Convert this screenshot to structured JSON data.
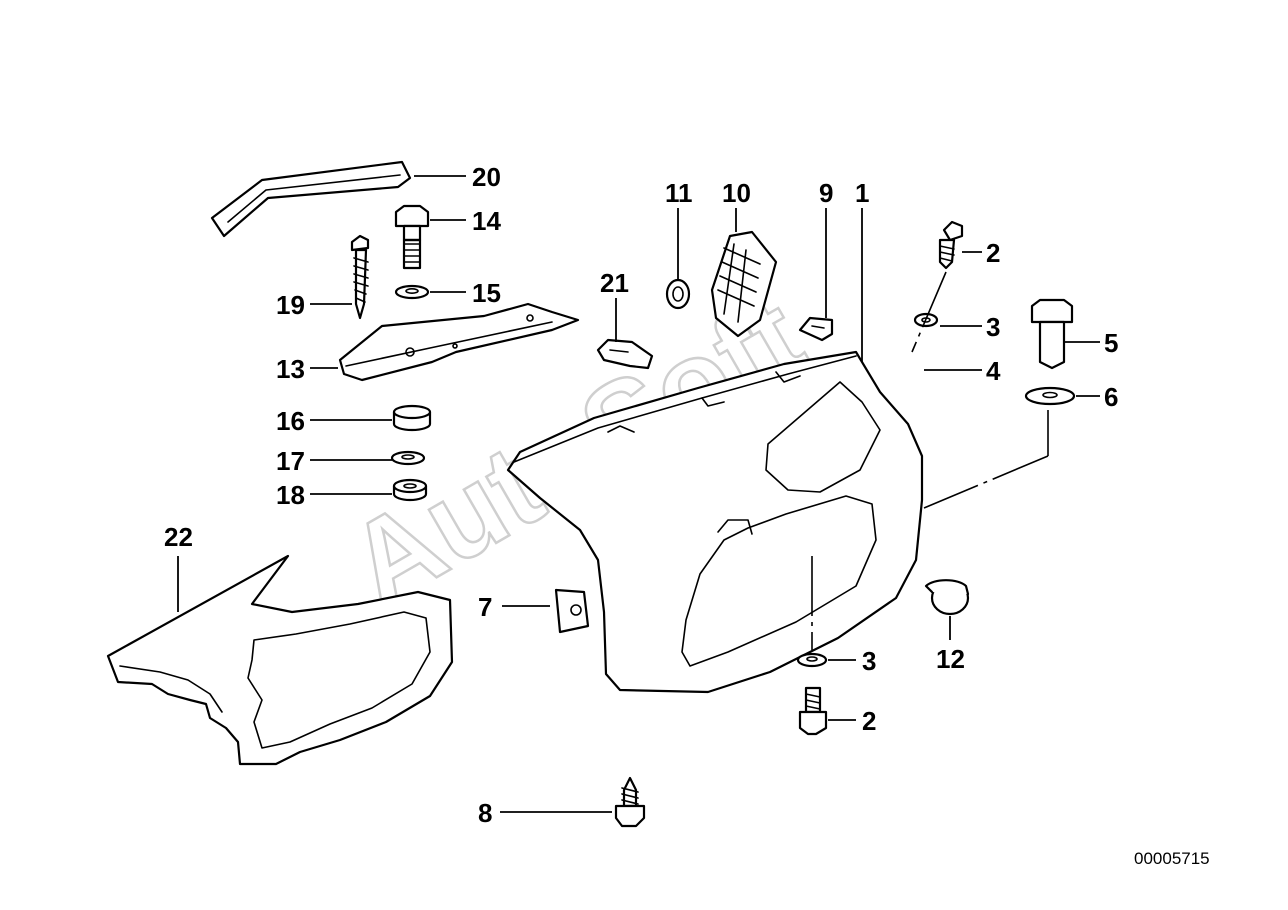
{
  "callouts": {
    "c1": "1",
    "c2a": "2",
    "c2b": "2",
    "c3a": "3",
    "c3b": "3",
    "c4": "4",
    "c5": "5",
    "c6": "6",
    "c7": "7",
    "c8": "8",
    "c9": "9",
    "c10": "10",
    "c11": "11",
    "c12": "12",
    "c13": "13",
    "c14": "14",
    "c15": "15",
    "c16": "16",
    "c17": "17",
    "c18": "18",
    "c19": "19",
    "c20": "20",
    "c21": "21",
    "c22": "22"
  },
  "reference_number": "00005715",
  "watermark": "AutoSoft"
}
